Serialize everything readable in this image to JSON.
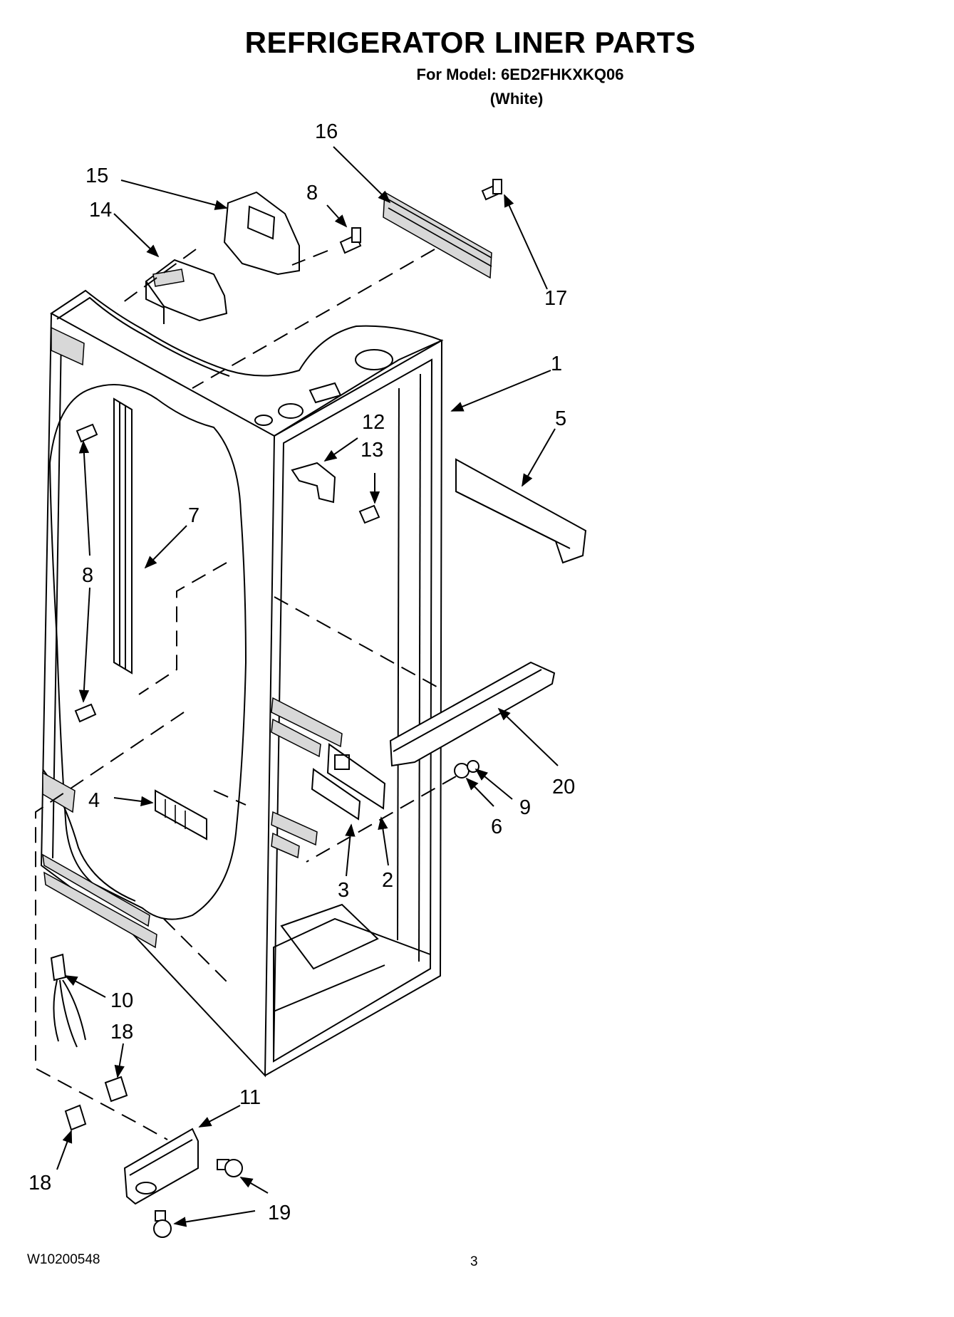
{
  "header": {
    "title": "REFRIGERATOR LINER PARTS",
    "model": "For Model: 6ED2FHKXKQ06",
    "color": "(White)"
  },
  "footer": {
    "doc_number": "W10200548",
    "page": "3"
  },
  "callouts": {
    "c1": "1",
    "c2": "2",
    "c3": "3",
    "c4": "4",
    "c5": "5",
    "c6": "6",
    "c7": "7",
    "c8a": "8",
    "c8b": "8",
    "c9": "9",
    "c10": "10",
    "c11": "11",
    "c12": "12",
    "c13": "13",
    "c14": "14",
    "c15": "15",
    "c16": "16",
    "c17": "17",
    "c18a": "18",
    "c18b": "18",
    "c19": "19",
    "c20": "20"
  }
}
